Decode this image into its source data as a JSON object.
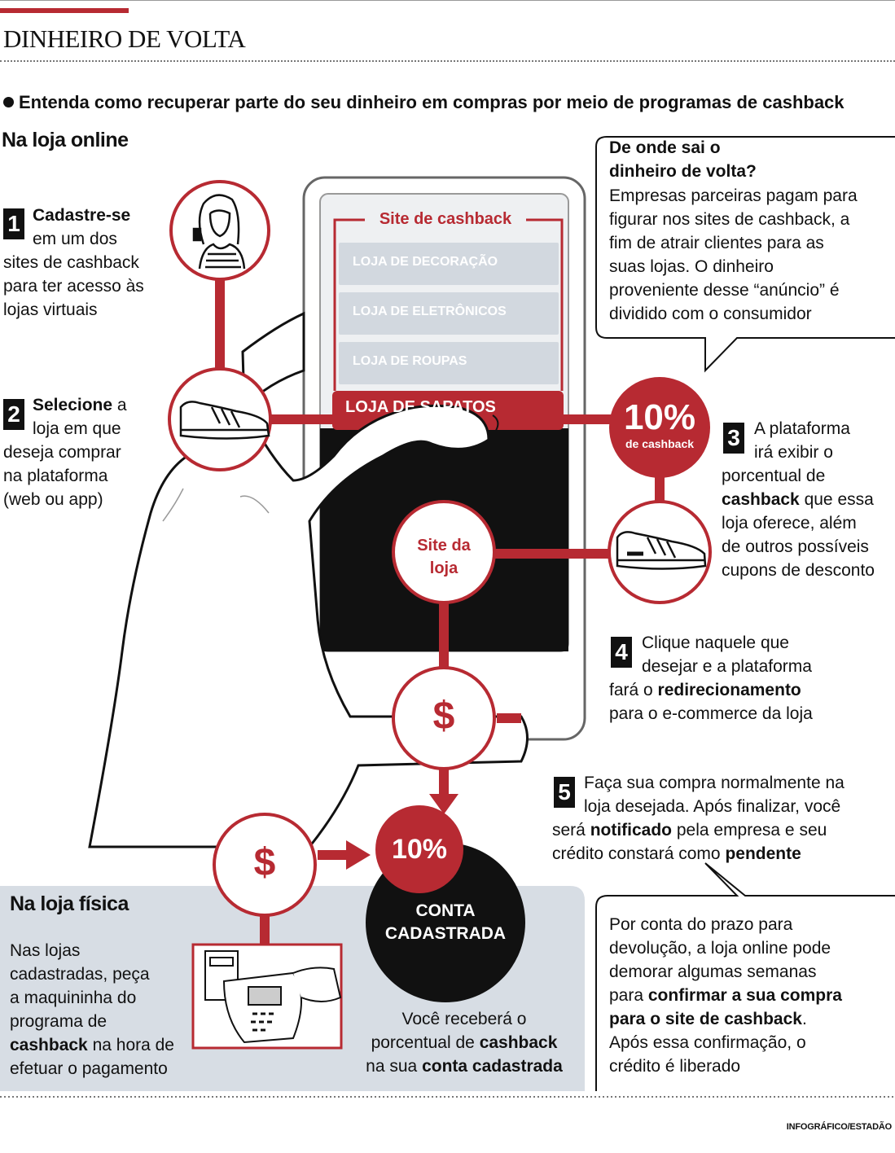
{
  "header": {
    "title": "DINHEIRO DE VOLTA",
    "subtitle": "Entenda como recuperar parte do seu dinheiro em compras por meio de programas de cashback"
  },
  "online": {
    "heading": "Na loja online"
  },
  "callout_top": {
    "title_l1": "De onde sai o",
    "title_l2": "dinheiro de volta?",
    "body_l1": "Empresas parceiras pagam para",
    "body_l2": "figurar nos sites de cashback, a",
    "body_l3": "fim de atrair clientes para as",
    "body_l4": "suas lojas. O dinheiro",
    "body_l5": "proveniente desse “anúncio” é",
    "body_l6": "dividido com o consumidor"
  },
  "phone": {
    "site_title": "Site de cashback",
    "stores": [
      "LOJA DE DECORAÇÃO",
      "LOJA DE ELETRÔNICOS",
      "LOJA DE ROUPAS"
    ],
    "selected_store": "LOJA DE SAPATOS"
  },
  "steps": {
    "s1": {
      "num": "1",
      "bold": "Cadastre-se",
      "l1": "em um dos",
      "l2": "sites de cashback",
      "l3": "para ter acesso às",
      "l4": "lojas virtuais"
    },
    "s2": {
      "num": "2",
      "bold": "Selecione",
      "l0": " a",
      "l1": "loja em que",
      "l2": "deseja comprar",
      "l3": "na plataforma",
      "l4": "(web ou app)"
    },
    "s3": {
      "num": "3",
      "l0": "A plataforma",
      "l1": "irá exibir o",
      "l2": "porcentual de",
      "l3_bold": "cashback",
      "l3_rest": " que essa",
      "l4": "loja oferece, além",
      "l5": "de outros possíveis",
      "l6": "cupons de desconto"
    },
    "s4": {
      "num": "4",
      "l0": "Clique naquele que",
      "l1": "desejar e a plataforma",
      "l2a": "fará o ",
      "l2_bold": "redirecionamento",
      "l3": "para o e-commerce da loja"
    },
    "s5": {
      "num": "5",
      "l0": "Faça sua compra normalmente na",
      "l1": "loja desejada. Após finalizar, você",
      "l2a": "será ",
      "l2_bold": "notificado",
      "l2b": " pela empresa e seu",
      "l3a": "crédito constará como ",
      "l3_bold": "pendente"
    }
  },
  "badges": {
    "cashback_pct": "10%",
    "cashback_label": "de cashback",
    "site_loja_l1": "Site da",
    "site_loja_l2": "loja",
    "dollar": "$",
    "final_pct": "10%",
    "account_l1": "CONTA",
    "account_l2": "CADASTRADA"
  },
  "fisica": {
    "heading": "Na loja física",
    "l1": "Nas lojas",
    "l2": "cadastradas, peça",
    "l3": "a maquininha do",
    "l4": "programa  de",
    "l5_bold": "cashback",
    "l5_rest": " na hora de",
    "l6": "efetuar o pagamento"
  },
  "receive": {
    "l1": "Você receberá o",
    "l2a": "porcentual de ",
    "l2_bold": "cashback",
    "l3a": "na sua ",
    "l3_bold": "conta cadastrada"
  },
  "callout_bottom": {
    "l1": "Por conta do prazo para",
    "l2": "devolução, a loja online pode",
    "l3": "demorar algumas semanas",
    "l4a": "para ",
    "l4_bold": "confirmar a sua compra",
    "l5_bold": "para o site de cashback",
    "l5b": ".",
    "l6": "Após essa confirmação, o",
    "l7": "crédito é liberado"
  },
  "credit": "INFOGRÁFICO/ESTADÃO",
  "colors": {
    "accent": "#b72a32",
    "panel": "#d7dde4",
    "dark": "#111111"
  }
}
